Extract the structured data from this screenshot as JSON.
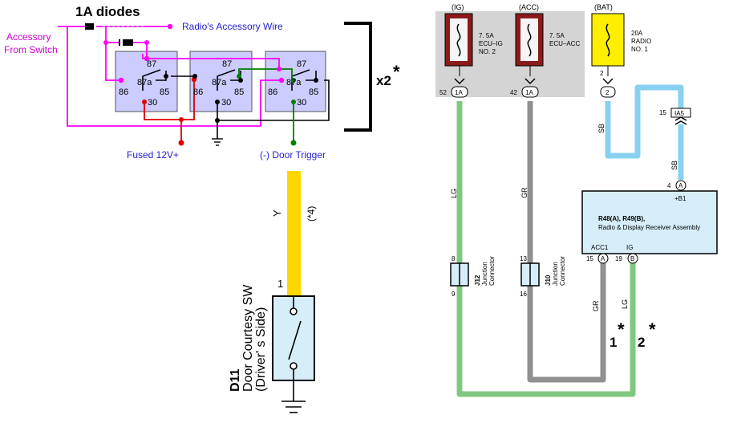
{
  "left": {
    "title": "1A diodes",
    "accessory": [
      "Accessory",
      "From Switch"
    ],
    "radio_wire": "Radio's Accessory Wire",
    "multiplier": "x2",
    "asterisk": "*",
    "fused": "Fused 12V+",
    "door_trigger": "(-) Door Trigger",
    "relays": [
      {
        "p87": "87",
        "p87a": "87a",
        "p86": "86",
        "p85": "85",
        "p30": "30"
      },
      {
        "p87": "87",
        "p87a": "87a",
        "p86": "86",
        "p85": "85",
        "p30": "30"
      },
      {
        "p87": "87",
        "p87a": "87a",
        "p86": "86",
        "p85": "85",
        "p30": "30"
      }
    ]
  },
  "door": {
    "wire_color": "Y",
    "wire_note": "(*4)",
    "pin": "1",
    "code": "D11",
    "name": "Door Courtesy SW",
    "side": "(Driver' s Side)"
  },
  "fuses": [
    {
      "circuit": "(IG)",
      "amp": "7. 5A",
      "name": [
        "ECU–IG",
        "NO. 2"
      ],
      "pin": "52",
      "conn": "1A",
      "wire": "LG"
    },
    {
      "circuit": "(ACC)",
      "amp": "7. 5A",
      "name": [
        "ECU–ACC"
      ],
      "pin": "42",
      "conn": "1A",
      "wire": "GR"
    },
    {
      "circuit": "(BAT)",
      "amp": "20A",
      "name": [
        "RADIO",
        "NO. 1"
      ],
      "pin": "2",
      "conn": "2",
      "wire": "SB"
    }
  ],
  "junctions": [
    {
      "top": "8",
      "bottom": "9",
      "code": "J12",
      "label": [
        "Junction",
        "Connector"
      ]
    },
    {
      "top": "13",
      "bottom": "16",
      "code": "J10",
      "label": [
        "Junction",
        "Connector"
      ]
    }
  ],
  "ia5": {
    "pin": "15",
    "label": "IA5",
    "wire": "SB"
  },
  "receiver": {
    "title_code": "R48(A), R49(B),",
    "title": "Radio & Display Receiver Assembly",
    "b1_pin": "4",
    "b1_conn": "A",
    "b1_label": "+B1",
    "acc1_label": "ACC1",
    "ig_label": "IG",
    "acc1_pin": "15",
    "acc1_conn": "A",
    "ig_pin": "19",
    "ig_conn": "B",
    "acc1_wire": "GR",
    "ig_wire": "LG"
  },
  "marks": {
    "one": "1",
    "two": "2",
    "star": "*"
  },
  "colors": {
    "magenta": "#ff00ff",
    "red": "#e00000",
    "green": "#008000",
    "relay_fill": "#ccccff",
    "lg_wire": "#80c880",
    "gr_wire": "#909090",
    "sb_wire": "#88d0f0",
    "yellow_wire": "#ffd700",
    "fuse_red": "#8b1a1a",
    "fuse_yellow": "#ffee00",
    "fuse_bg": "#d4d4d4",
    "receiver_fill": "#d6eefa"
  }
}
